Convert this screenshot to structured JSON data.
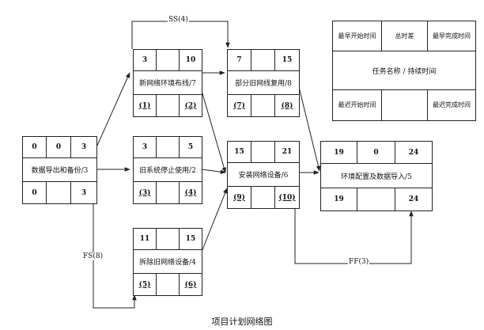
{
  "caption": "项目计划网络图",
  "legend": {
    "earliest_start": "最早开始时间",
    "total_float": "总时差",
    "earliest_finish": "最早完成时间",
    "name_duration": "任务名称 / 持续时间",
    "latest_start": "最迟开始时间",
    "latest_finish": "最迟完成时间"
  },
  "nodes": {
    "a": {
      "es": "0",
      "tf": "0",
      "ef": "3",
      "name": "数据导出和备份/3",
      "ls": "0",
      "lf": "3"
    },
    "b": {
      "es": "3",
      "tf": "",
      "ef": "10",
      "name": "新网络环境布线/7",
      "ls": "(1)",
      "lf": "(2)"
    },
    "c": {
      "es": "3",
      "tf": "",
      "ef": "5",
      "name": "旧系统停止使用/2",
      "ls": "(3)",
      "lf": "(4)"
    },
    "d": {
      "es": "11",
      "tf": "",
      "ef": "15",
      "name": "拆除旧网络设备/4",
      "ls": "(5)",
      "lf": "(6)"
    },
    "e": {
      "es": "7",
      "tf": "",
      "ef": "15",
      "name": "部分旧网线复用/8",
      "ls": "(7)",
      "lf": "(8)"
    },
    "f": {
      "es": "15",
      "tf": "",
      "ef": "21",
      "name": "安装网络设备/6",
      "ls": "(9)",
      "lf": "(10)"
    },
    "g": {
      "es": "19",
      "tf": "0",
      "ef": "24",
      "name": "环境配置及数据导入/5",
      "ls": "19",
      "lf": "24"
    }
  },
  "relations": {
    "ss": "SS(4)",
    "fs": "FS(8)",
    "ff": "FF(3)"
  }
}
